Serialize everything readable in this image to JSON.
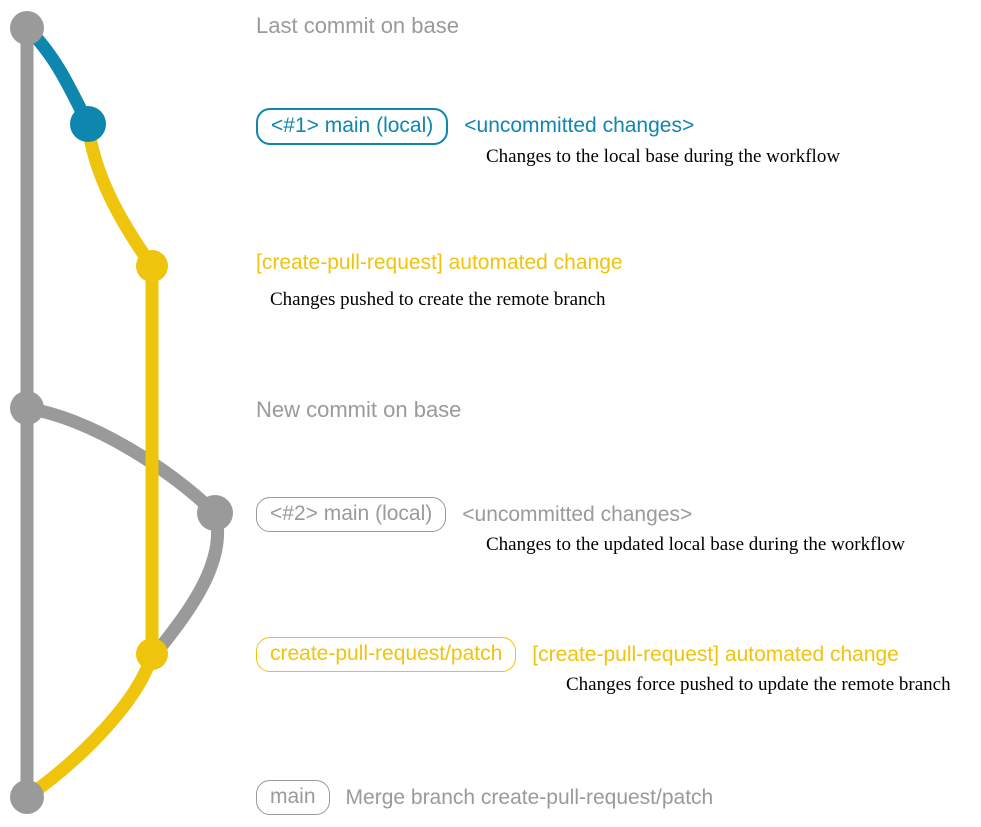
{
  "colors": {
    "teal": "#0E86AD",
    "yellow": "#EFC40D",
    "gray": "#9A9A9A",
    "caption": "#000000",
    "background": "#FFFFFF"
  },
  "notes": {
    "last_commit_on_base": "Last commit on base",
    "new_commit_on_base": "New commit on base"
  },
  "commits": [
    {
      "id": "base-head",
      "color": "gray",
      "ref": null,
      "subject": null,
      "caption": null
    },
    {
      "id": "local-1",
      "color": "teal",
      "ref": "<#1> main (local)",
      "subject": "<uncommitted changes>",
      "caption": "Changes to the local base during the workflow"
    },
    {
      "id": "patch-1",
      "color": "yellow",
      "ref": null,
      "subject": "[create-pull-request] automated change",
      "caption": "Changes pushed to create the remote branch"
    },
    {
      "id": "base-new",
      "color": "gray",
      "ref": null,
      "subject": null,
      "caption": null
    },
    {
      "id": "local-2",
      "color": "gray",
      "ref": "<#2> main (local)",
      "subject": "<uncommitted changes>",
      "caption": "Changes to the updated local base during the workflow"
    },
    {
      "id": "patch-2",
      "color": "yellow",
      "ref": "create-pull-request/patch",
      "subject": "[create-pull-request] automated change",
      "caption": "Changes force pushed to update the remote branch"
    },
    {
      "id": "merge",
      "color": "gray",
      "ref": "main",
      "subject": "Merge branch create-pull-request/patch",
      "caption": null
    }
  ]
}
